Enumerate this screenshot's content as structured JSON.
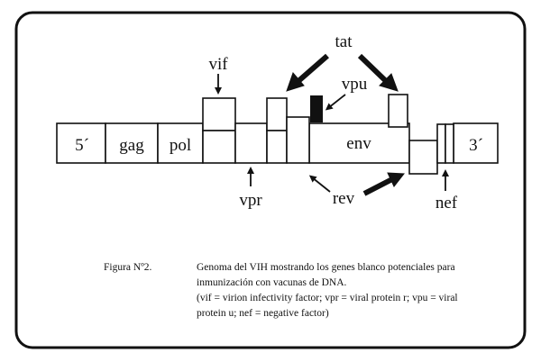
{
  "segments": {
    "five_prime": "5´",
    "gag": "gag",
    "pol": "pol",
    "env": "env",
    "three_prime": "3´"
  },
  "gene_labels": {
    "vif": "vif",
    "tat": "tat",
    "vpu": "vpu",
    "vpr": "vpr",
    "rev": "rev",
    "nef": "nef"
  },
  "caption": {
    "label": "Figura Nº2.",
    "line1": "Genoma del VIH mostrando los genes blanco potenciales para",
    "line2": "inmunización con vacunas de DNA.",
    "line3": "(vif = virion infectivity factor; vpr = viral protein r; vpu = viral",
    "line4": "protein u; nef = negative factor)"
  }
}
